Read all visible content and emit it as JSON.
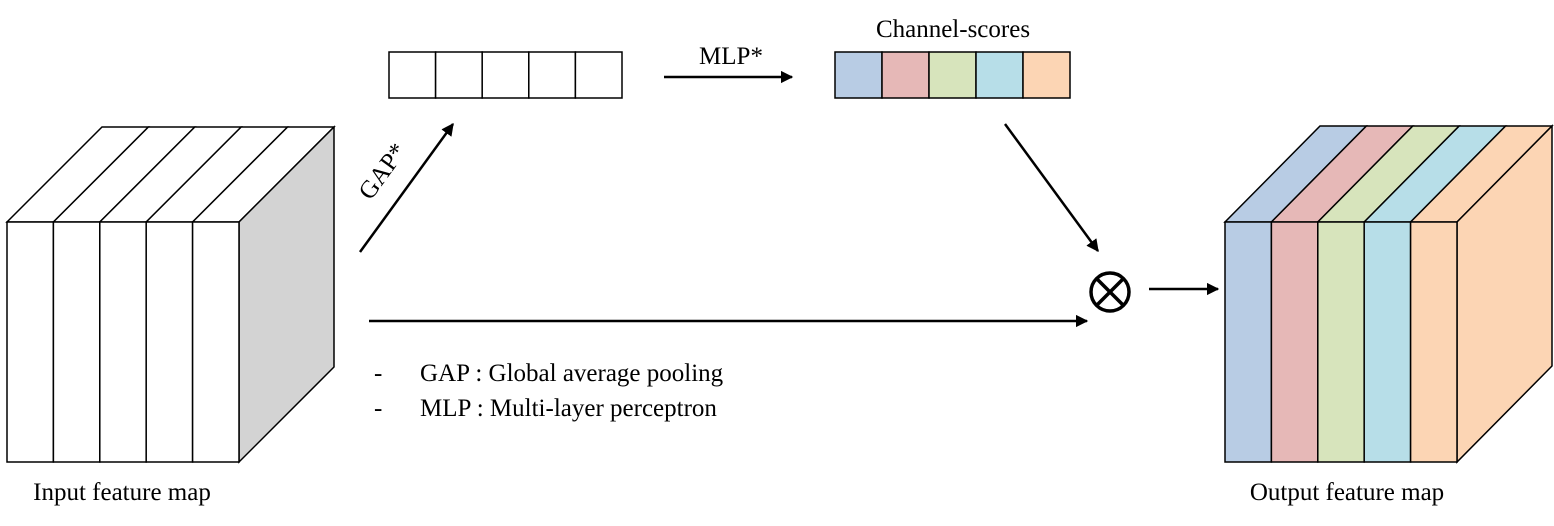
{
  "labels": {
    "input_map": "Input feature map",
    "output_map": "Output feature map",
    "channel_scores": "Channel-scores",
    "gap_arrow": "GAP*",
    "mlp_arrow": "MLP*",
    "operator": "⊗"
  },
  "legend": {
    "bullet": "-",
    "items": [
      "GAP : Global average pooling",
      "MLP : Multi-layer perceptron"
    ]
  },
  "pooled_vector": {
    "cells": 5
  },
  "input_map": {
    "channels": 5,
    "side_color": "#d3d3d3"
  },
  "channel_colors": [
    "#b8cce4",
    "#e6b8b7",
    "#d7e4bc",
    "#b7dee8",
    "#fcd5b4"
  ]
}
